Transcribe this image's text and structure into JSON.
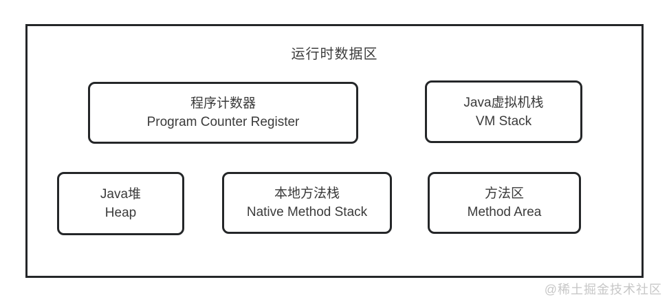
{
  "diagram": {
    "title": "运行时数据区",
    "boxes": [
      {
        "id": "program-counter-register",
        "line1": "程序计数器",
        "line2": "Program Counter Register"
      },
      {
        "id": "vm-stack",
        "line1": "Java虚拟机栈",
        "line2": "VM Stack"
      },
      {
        "id": "heap",
        "line1": "Java堆",
        "line2": "Heap"
      },
      {
        "id": "native-method-stack",
        "line1": "本地方法栈",
        "line2": "Native Method Stack"
      },
      {
        "id": "method-area",
        "line1": "方法区",
        "line2": "Method Area"
      }
    ]
  },
  "watermark": "@稀土掘金技术社区",
  "colors": {
    "stroke": "#242628",
    "text": "#3a3a3a",
    "watermark": "#c7c7c7",
    "background": "#ffffff"
  }
}
